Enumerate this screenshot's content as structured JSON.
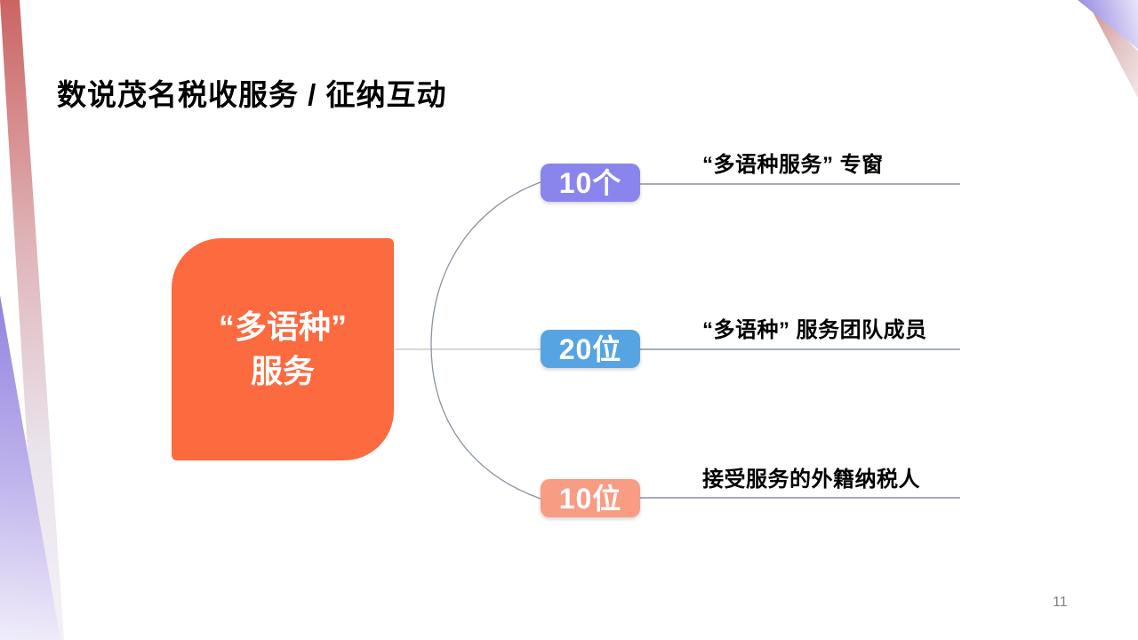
{
  "slide": {
    "title": "数说茂名税收服务 / 征纳互动",
    "page_number": "11",
    "center_node": {
      "line1": "“多语种”",
      "line2": "服务",
      "fill_color": "#FC6A40",
      "text_color": "#FFFFFF"
    },
    "branches": [
      {
        "badge": "10个",
        "badge_color": "#8A85EC",
        "label": "“多语种服务” 专窗"
      },
      {
        "badge": "20位",
        "badge_color": "#57A4E2",
        "label": "“多语种” 服务团队成员"
      },
      {
        "badge": "10位",
        "badge_color": "#F89C84",
        "label": "接受服务的外籍纳税人"
      }
    ],
    "colors": {
      "connector_line": "#8A93A3",
      "center_connector": "#BDC1C8",
      "title_text": "#000000",
      "page_number_text": "#7F7F7F"
    }
  }
}
